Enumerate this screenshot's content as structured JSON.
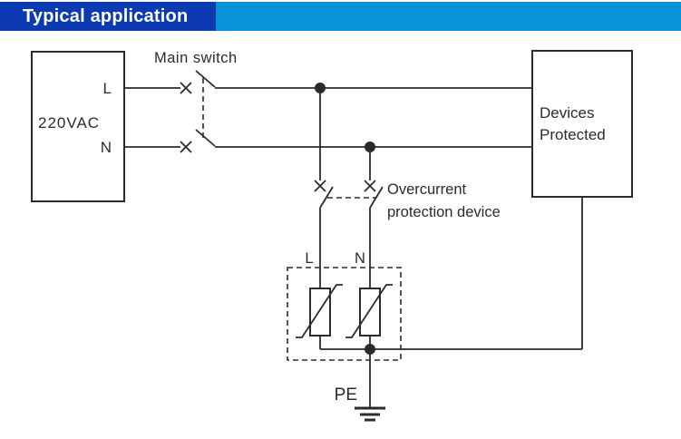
{
  "header": {
    "title": "Typical application",
    "accent_dark": "#0c3ab2",
    "accent_light": "#0893d8",
    "title_color": "#ffffff"
  },
  "diagram": {
    "line_color": "#2b2b2b",
    "source_box": {
      "voltage": "220VAC",
      "live": "L",
      "neutral": "N"
    },
    "main_switch": {
      "label": "Main switch"
    },
    "overcurrent": {
      "line1": "Overcurrent",
      "line2": "protection device"
    },
    "devices_box": {
      "line1": "Devices",
      "line2": "Protected"
    },
    "spd": {
      "live": "L",
      "neutral": "N"
    },
    "earth": {
      "label": "PE"
    }
  }
}
